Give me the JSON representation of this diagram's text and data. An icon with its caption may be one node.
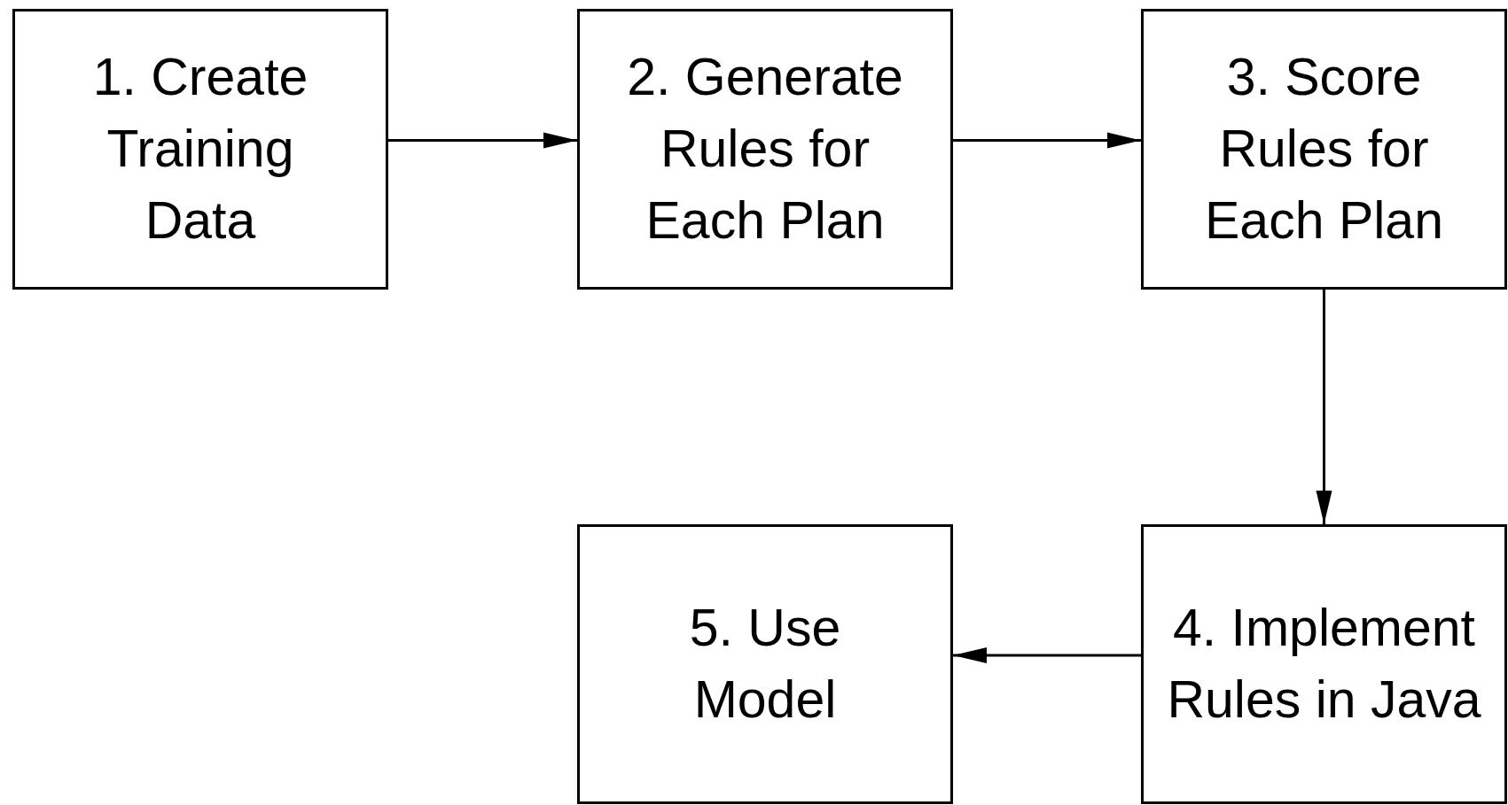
{
  "diagram": {
    "nodes": [
      {
        "text": [
          "1. Create Training Data"
        ]
      },
      {
        "text": [
          "2. Generate Rules for Each Plan"
        ]
      },
      {
        "text": [
          "3. Score Rules for Each Plan"
        ]
      },
      {
        "text": [
          "4. Implement Rules in Java"
        ]
      },
      {
        "text": [
          "5. Use Model"
        ]
      }
    ],
    "edges": [
      {
        "from": 0,
        "to": 1,
        "arrow": "to"
      },
      {
        "from": 1,
        "to": 2,
        "arrow": "to"
      },
      {
        "from": 2,
        "to": 3,
        "arrow": "to"
      },
      {
        "from": 3,
        "to": 4,
        "arrow": "to"
      }
    ]
  }
}
